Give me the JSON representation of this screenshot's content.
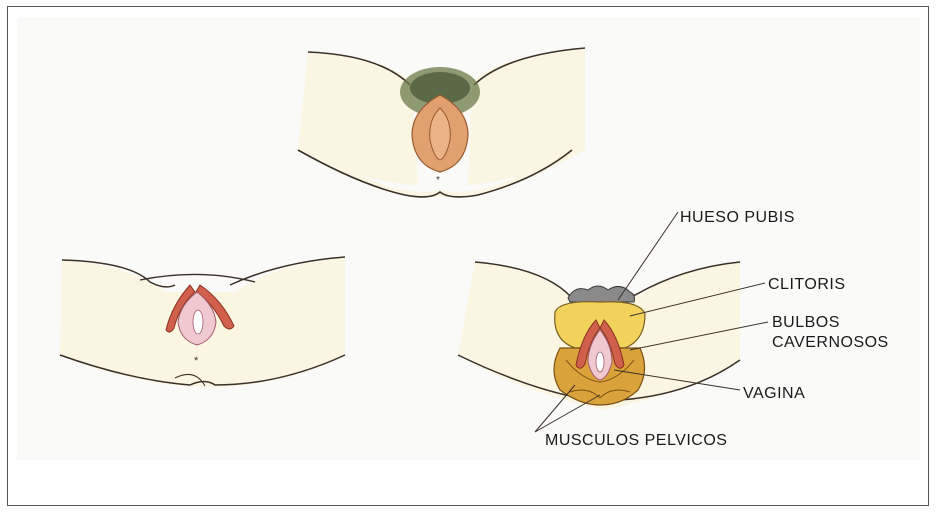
{
  "diagram": {
    "labels": {
      "hueso_pubis": "HUESO PUBIS",
      "clitoris": "CLITORIS",
      "bulbos_line1": "BULBOS",
      "bulbos_line2": "CAVERNOSOS",
      "vagina": "VAGINA",
      "musculos_pelvicos": "MUSCULOS PELVICOS"
    },
    "colors": {
      "skin": "#fbf6e2",
      "outline": "#3a3128",
      "tissue_orange": "#e0a070",
      "muscle_red": "#d0604c",
      "tissue_pink": "#f0c8d0",
      "bone_yellow": "#f2d25a",
      "muscle_ochre": "#d9a23a",
      "hair": "#4a5a3a"
    }
  }
}
